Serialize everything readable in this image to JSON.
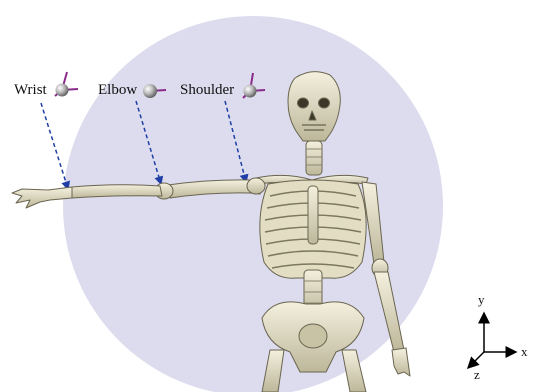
{
  "joints": {
    "wrist": {
      "label": "Wrist",
      "marker": "frame-marker"
    },
    "elbow": {
      "label": "Elbow",
      "marker": "sphere-marker"
    },
    "shoulder": {
      "label": "Shoulder",
      "marker": "frame-marker"
    }
  },
  "axes": {
    "x": "x",
    "y": "y",
    "z": "z"
  },
  "colors": {
    "sphere": "#dcdcee",
    "bone": "#e7e3cc",
    "bone_shade": "#b9b498",
    "bone_outline": "#6a6550",
    "marker_magenta": "#8a2a8a",
    "leader": "#1f3fa6",
    "marker_ball": "#a8a8a8"
  }
}
